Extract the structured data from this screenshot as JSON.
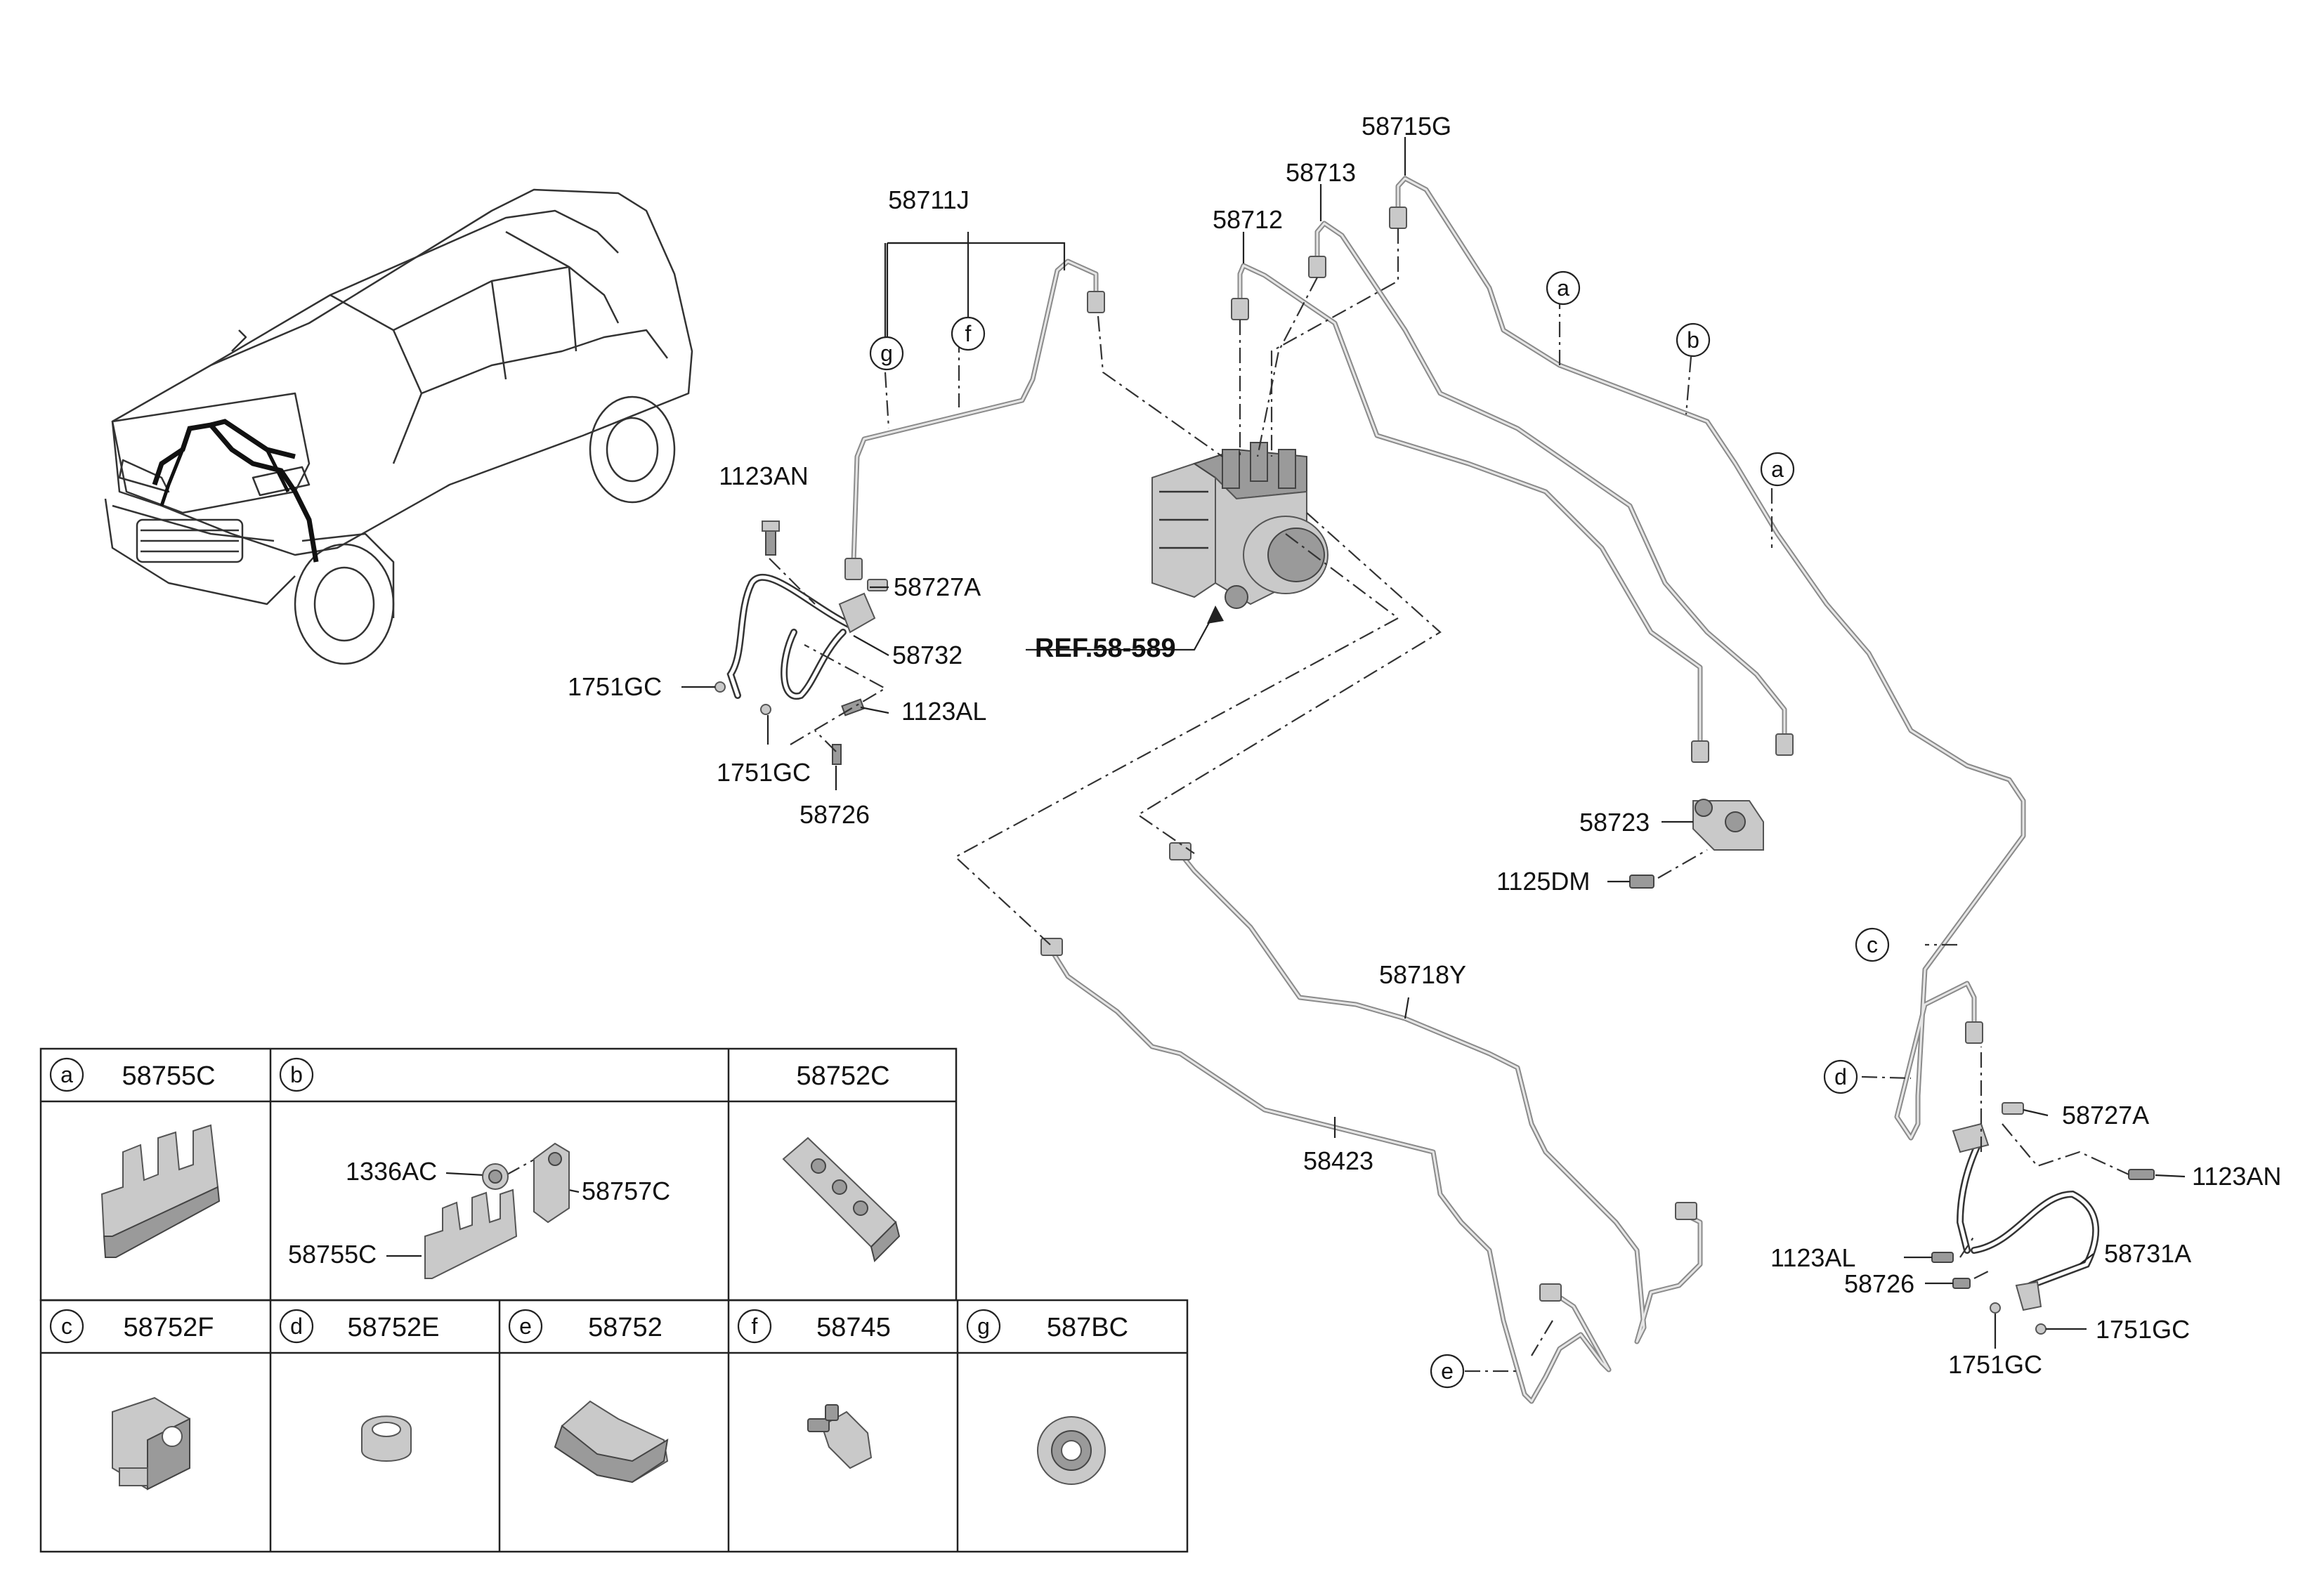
{
  "labels": {
    "p58711J": "58711J",
    "p58712": "58712",
    "p58713": "58713",
    "p58715G": "58715G",
    "p1123AN_l": "1123AN",
    "p58727A_l": "58727A",
    "p58732": "58732",
    "p1751GC_l1": "1751GC",
    "p1123AL_l": "1123AL",
    "p1751GC_l2": "1751GC",
    "p58726_l": "58726",
    "ref": "REF.58-589",
    "p58723": "58723",
    "p1125DM": "1125DM",
    "p58718Y": "58718Y",
    "p58423": "58423",
    "p58727A_r": "58727A",
    "p1123AN_r": "1123AN",
    "p1123AL_r": "1123AL",
    "p58731A": "58731A",
    "p58726_r": "58726",
    "p1751GC_r1": "1751GC",
    "p1751GC_r2": "1751GC"
  },
  "callouts": {
    "a1": "a",
    "a2": "a",
    "b": "b",
    "c": "c",
    "d": "d",
    "e": "e",
    "f": "f",
    "g": "g"
  },
  "table": {
    "row1": [
      {
        "letter": "a",
        "part": "58755C"
      },
      {
        "letter": "b",
        "part": ""
      },
      {
        "letter": "",
        "part": "58752C"
      }
    ],
    "row1_b_parts": {
      "p1336AC": "1336AC",
      "p58757C": "58757C",
      "p58755C": "58755C"
    },
    "row2": [
      {
        "letter": "c",
        "part": "58752F"
      },
      {
        "letter": "d",
        "part": "58752E"
      },
      {
        "letter": "e",
        "part": "58752"
      },
      {
        "letter": "f",
        "part": "58745"
      },
      {
        "letter": "g",
        "part": "587BC"
      }
    ]
  }
}
